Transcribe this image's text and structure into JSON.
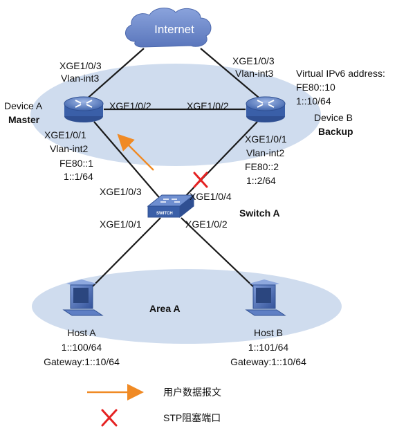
{
  "cloud": {
    "label": "Internet"
  },
  "device_a": {
    "name": "Device A",
    "role": "Master",
    "port_up": "XGE1/0/3",
    "vlan_up": "Vlan-int3",
    "port_right": "XGE1/0/2",
    "port_down": "XGE1/0/1",
    "vlan_down": "Vlan-int2",
    "ll_addr": "FE80::1",
    "addr": "1::1/64"
  },
  "device_b": {
    "name": "Device B",
    "role": "Backup",
    "port_up": "XGE1/0/3",
    "vlan_up": "Vlan-int3",
    "port_left": "XGE1/0/2",
    "port_down": "XGE1/0/1",
    "vlan_down": "Vlan-int2",
    "ll_addr": "FE80::2",
    "addr": "1::2/64"
  },
  "virtual": {
    "title": "Virtual IPv6 address:",
    "ll": "FE80::10",
    "global": "1::10/64"
  },
  "switch_a": {
    "name": "Switch A",
    "badge": "SWITCH",
    "port_3": "XGE1/0/3",
    "port_4": "XGE1/0/4",
    "port_1": "XGE1/0/1",
    "port_2": "XGE1/0/2"
  },
  "area": {
    "label": "Area A"
  },
  "host_a": {
    "name": "Host A",
    "addr": "1::100/64",
    "gw": "Gateway:1::10/64"
  },
  "host_b": {
    "name": "Host B",
    "addr": "1::101/64",
    "gw": "Gateway:1::10/64"
  },
  "legend": {
    "arrow_label": "用户数据报文",
    "cross_label": "STP阻塞端口"
  },
  "colors": {
    "ellipse": "#cfdcee",
    "cloud": "#6a86c8",
    "device": "#4a6fb8",
    "arrow": "#f08a24",
    "cross": "#e52222",
    "line": "#1a1a1a"
  }
}
